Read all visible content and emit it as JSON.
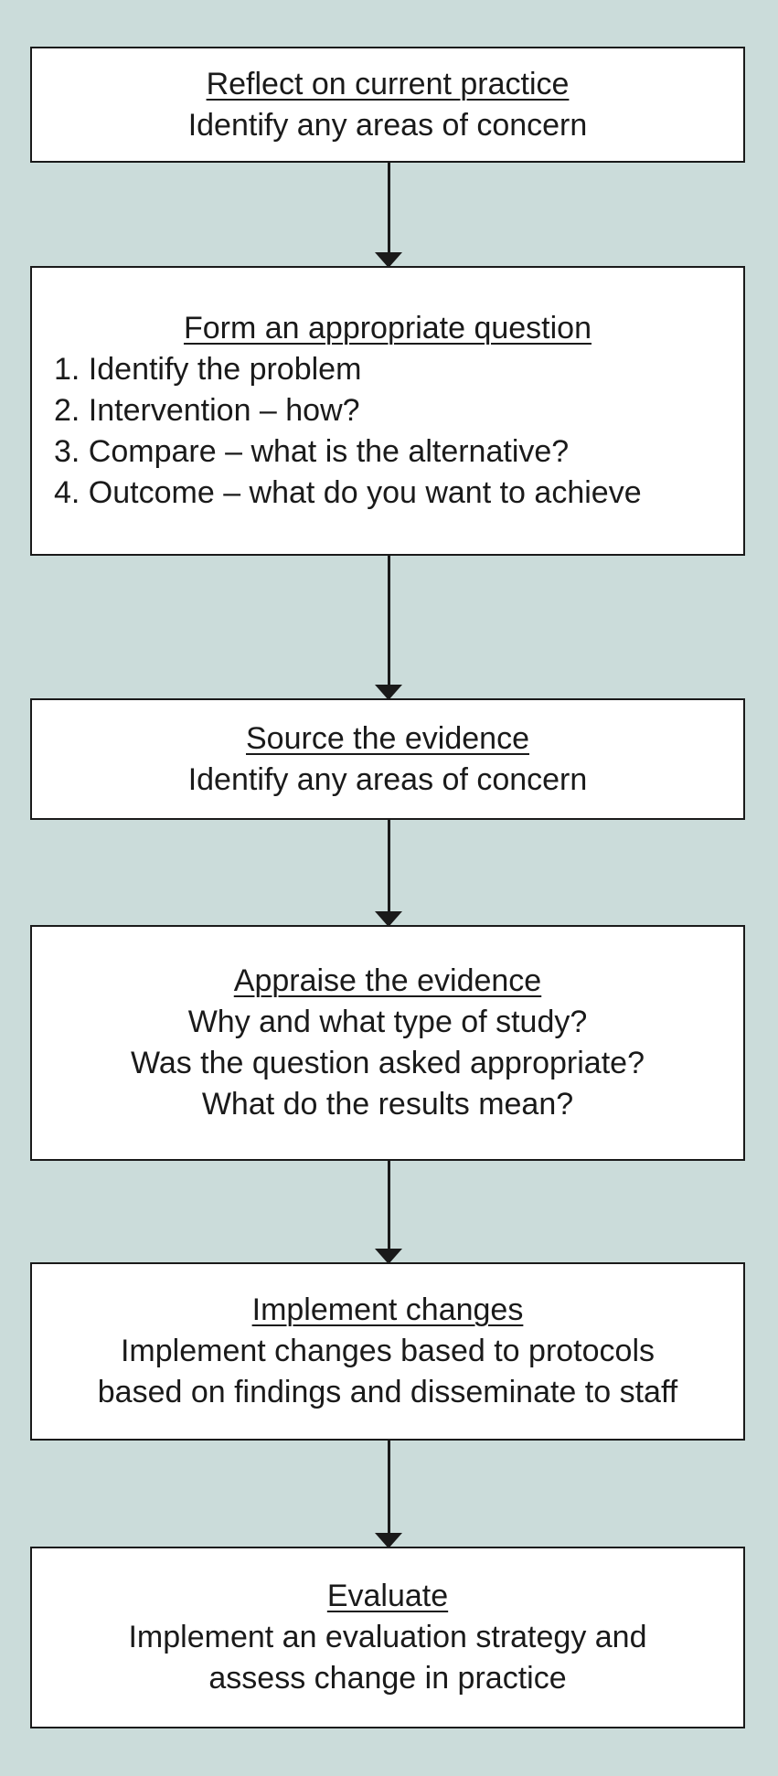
{
  "steps": [
    {
      "title": "Reflect on current practice",
      "lines": [
        "Identify any areas of concern"
      ]
    },
    {
      "title": "Form an appropriate question",
      "lines": [
        "1. Identify the problem",
        "2. Intervention – how?",
        "3. Compare – what is the alternative?",
        "4. Outcome – what do you want to achieve"
      ]
    },
    {
      "title": "Source the evidence",
      "lines": [
        "Identify any areas of concern"
      ]
    },
    {
      "title": "Appraise the evidence",
      "lines": [
        "Why and what type of study?",
        "Was the question asked appropriate?",
        "What do the results mean?"
      ]
    },
    {
      "title": "Implement changes",
      "lines": [
        "Implement changes based to protocols",
        "based on findings and disseminate to staff"
      ]
    },
    {
      "title": "Evaluate",
      "lines": [
        "Implement an evaluation strategy and",
        "assess change in practice"
      ]
    }
  ]
}
